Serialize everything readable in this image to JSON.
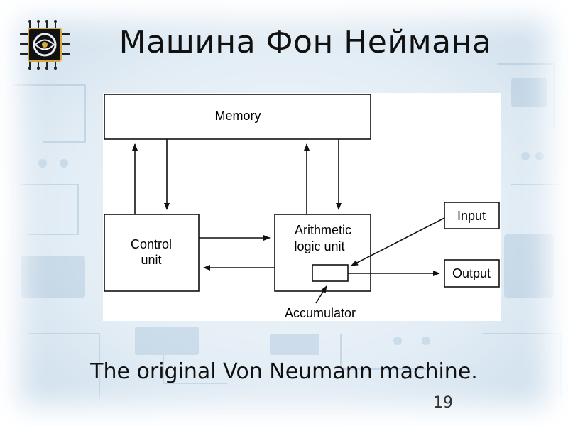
{
  "slide": {
    "title": "Машина Фон Неймана",
    "caption": "The original Von Neumann machine.",
    "page_number": "19"
  },
  "diagram": {
    "memory": "Memory",
    "control_unit": [
      "Control",
      "unit"
    ],
    "alu": [
      "Arithmetic",
      "logic unit"
    ],
    "input": "Input",
    "output": "Output",
    "accumulator": "Accumulator"
  }
}
